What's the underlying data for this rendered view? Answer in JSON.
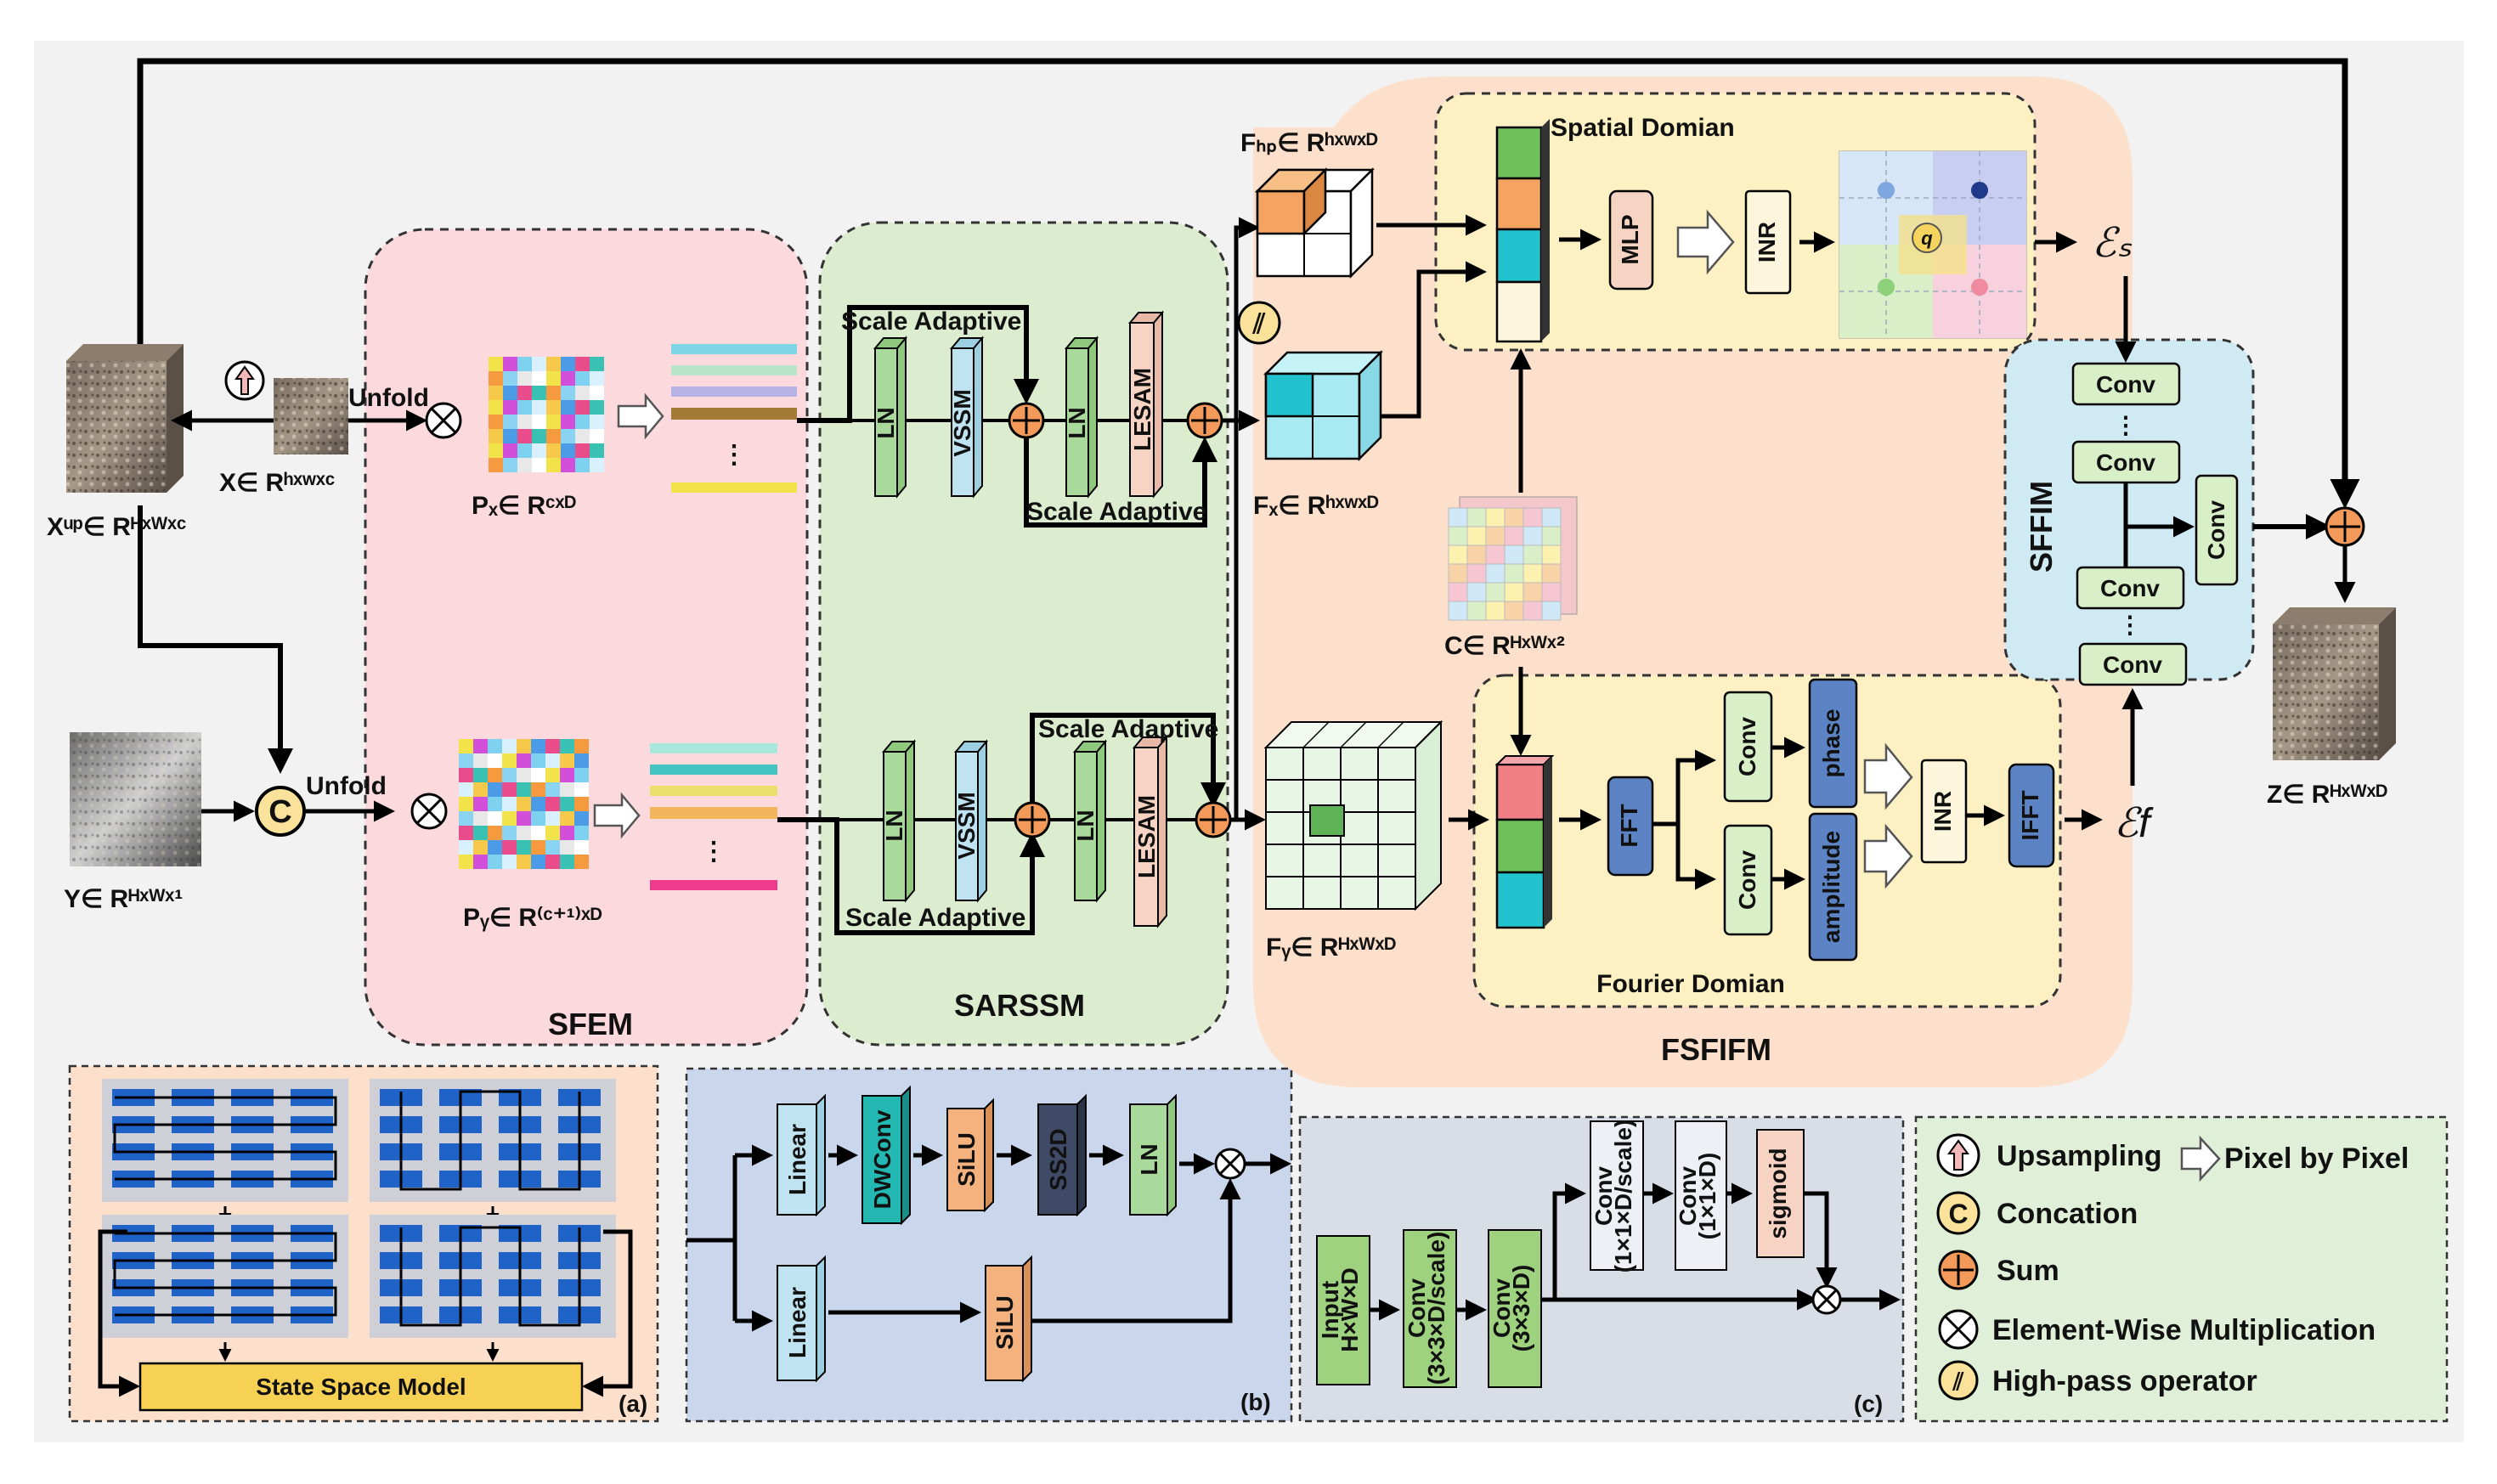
{
  "modules": {
    "sfem": "SFEM",
    "sarssm": "SARSSM",
    "fsfifm": "FSFIFM",
    "sffim": "SFFIM",
    "spatial_domain": "Spatial Domian",
    "fourier_domain": "Fourier Domian"
  },
  "inputs": {
    "xup": "Xᵘᵖ∈ Rᴴˣᵂˣᶜ",
    "x": "X∈ Rʰˣʷˣᶜ",
    "y": "Y∈ Rᴴˣᵂˣ¹",
    "z": "Z∈ Rᴴˣᵂˣᴰ"
  },
  "operations": {
    "unfold_top": "Unfold",
    "unfold_bottom": "Unfold",
    "concat_symbol": "C",
    "highpass_symbol": "⫽",
    "px": "Pₓ∈ Rᶜˣᴰ",
    "py": "Pᵧ∈ R⁽ᶜ⁺¹⁾ˣᴰ"
  },
  "sarssm_blocks": {
    "scale_adaptive": "Scale Adaptive",
    "ln": "LN",
    "vssm": "VSSM",
    "lesam": "LESAM"
  },
  "features": {
    "fhp": "Fₕₚ∈ Rʰˣʷˣᴰ",
    "fx": "Fₓ∈ Rʰˣʷˣᴰ",
    "fy": "Fᵧ∈ Rᴴˣᵂˣᴰ",
    "c": "C∈ Rᴴˣᵂˣ²",
    "es": "ℰₛ",
    "ef": "ℰf"
  },
  "fsfifm_blocks": {
    "mlp": "MLP",
    "inr_top": "INR",
    "inr_bottom": "INR",
    "fft": "FFT",
    "ifft": "IFFT",
    "conv_a": "Conv",
    "conv_b": "Conv",
    "phase": "phase",
    "amplitude": "amplitude",
    "q": "q"
  },
  "sffim_blocks": {
    "conv1": "Conv",
    "conv2": "Conv",
    "conv3": "Conv",
    "conv4": "Conv",
    "conv_side": "Conv",
    "dots": "⋮"
  },
  "panel_a": {
    "ssm": "State Space Model",
    "tag": "(a)"
  },
  "panel_b": {
    "linear1": "Linear",
    "dwconv": "DWConv",
    "silu1": "SiLU",
    "ss2d": "SS2D",
    "ln": "LN",
    "linear2": "Linear",
    "silu2": "SiLU",
    "tag": "(b)"
  },
  "panel_c": {
    "input": "Input",
    "input_dim": "H×W×D",
    "conv1": "Conv",
    "conv1_dim": "(3×3×D/scale)",
    "conv2": "Conv",
    "conv2_dim": "(3×3×D)",
    "conv3": "Conv",
    "conv3_dim": "(1×1×D/scale)",
    "conv4": "Conv",
    "conv4_dim": "(1×1×D)",
    "sigmoid": "sigmoid",
    "tag": "(c)"
  },
  "legend": {
    "upsampling": "Upsampling",
    "pixel_by_pixel": "Pixel by Pixel",
    "concation": "Concation",
    "sum": "Sum",
    "elementwise": "Element-Wise Multiplication",
    "highpass": "High-pass operator"
  },
  "colors": {
    "sfem_bg": "#fbd9dd",
    "sarssm_bg": "#dcedcf",
    "fsfifm_bg": "#fde0cc",
    "domain_bg": "#fdf1c4",
    "sffim_bg": "#cfeaf2",
    "ln": "#a9d99b",
    "vssm": "#bfe3f0",
    "lesam": "#f7d3c3",
    "conv": "#c3e3a8",
    "fft": "#5c84c4",
    "sum": "#f39a5a"
  }
}
